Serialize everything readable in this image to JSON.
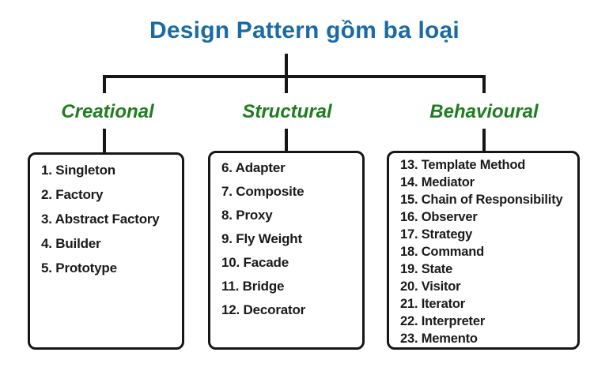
{
  "title": {
    "text": "Design Pattern gồm ba loại"
  },
  "colors": {
    "title_blue": "#1a6ba3",
    "branch_green": "#1e7e1f",
    "line_black": "#161616",
    "item_text": "#1a1a1a",
    "background": "#ffffff"
  },
  "branches": [
    {
      "label": "Creational",
      "items": [
        "1. Singleton",
        "2. Factory",
        "3. Abstract Factory",
        "4. Builder",
        "5. Prototype"
      ]
    },
    {
      "label": "Structural",
      "items": [
        "6. Adapter",
        "7. Composite",
        "8. Proxy",
        "9. Fly Weight",
        "10. Facade",
        "11. Bridge",
        "12. Decorator"
      ]
    },
    {
      "label": "Behavioural",
      "items": [
        "13. Template Method",
        "14. Mediator",
        "15. Chain of Responsibility",
        "16. Observer",
        "17. Strategy",
        "18. Command",
        "19. State",
        "20. Visitor",
        "21. Iterator",
        "22. Interpreter",
        "23. Memento"
      ]
    }
  ]
}
